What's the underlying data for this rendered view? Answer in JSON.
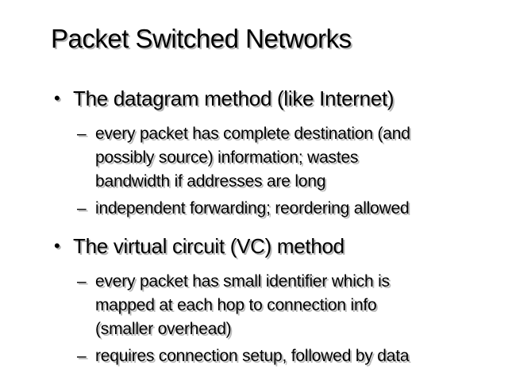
{
  "slide": {
    "title": "Packet Switched Networks",
    "bullet_char": "•",
    "dash_char": "–",
    "bullets": [
      {
        "label": "The datagram method (like Internet)",
        "sub": [
          "every packet has complete destination (and\npossibly source) information; wastes\nbandwidth if addresses are long",
          "independent forwarding; reordering allowed"
        ]
      },
      {
        "label": "The virtual circuit (VC) method",
        "sub": [
          "every packet has small identifier which is\nmapped at each hop to connection info\n(smaller overhead)",
          "requires connection setup, followed by data"
        ]
      }
    ],
    "colors": {
      "background": "#ffffff",
      "text": "#000000",
      "shadow": "#b4b4b4"
    }
  }
}
